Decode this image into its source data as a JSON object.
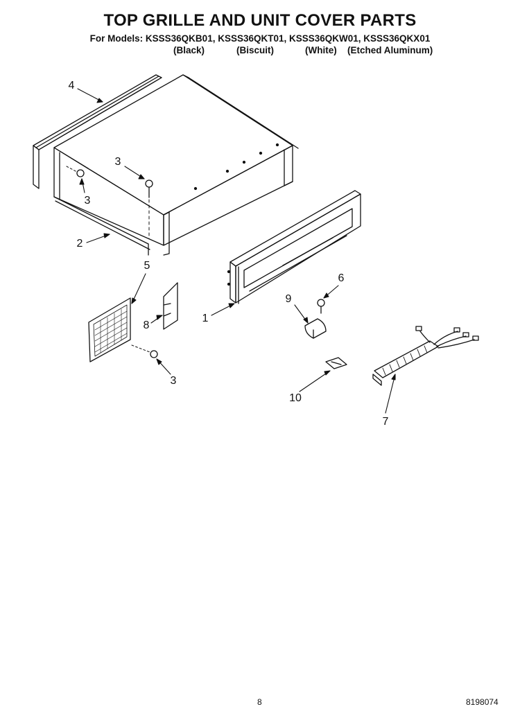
{
  "header": {
    "title": "TOP GRILLE AND UNIT COVER PARTS",
    "models_line": "For Models: KSSS36QKB01, KSSS36QKT01, KSSS36QKW01, KSSS36QKX01",
    "variants": [
      "(Black)",
      "(Biscuit)",
      "(White)",
      "(Etched Aluminum)"
    ]
  },
  "callouts": {
    "c1": "1",
    "c2": "2",
    "c3a": "3",
    "c3b": "3",
    "c3c": "3",
    "c4": "4",
    "c5": "5",
    "c6": "6",
    "c7": "7",
    "c8": "8",
    "c9": "9",
    "c10": "10"
  },
  "footer": {
    "page_number": "8",
    "doc_number": "8198074"
  }
}
